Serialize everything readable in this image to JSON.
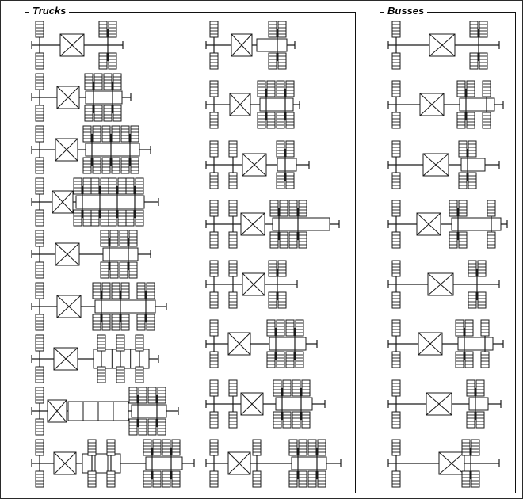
{
  "figure": {
    "background": "#ffffff",
    "line_color": "#1a1a1a"
  },
  "panels": [
    {
      "title": "Trucks",
      "columns": [
        [
          {
            "len": 115,
            "axles": [
              [
                10,
                "s"
              ],
              [
                96,
                "d"
              ]
            ],
            "cab": [
              36,
              66
            ],
            "boxes": [],
            "decks": []
          },
          {
            "len": 125,
            "axles": [
              [
                10,
                "s"
              ],
              [
                78,
                "d"
              ],
              [
                102,
                "d"
              ]
            ],
            "cab": [
              32,
              60
            ],
            "boxes": [
              [
                68,
                114
              ]
            ],
            "decks": []
          },
          {
            "len": 150,
            "axles": [
              [
                10,
                "s"
              ],
              [
                76,
                "d"
              ],
              [
                100,
                "d"
              ],
              [
                124,
                "d"
              ]
            ],
            "cab": [
              30,
              58
            ],
            "boxes": [
              [
                68,
                136
              ]
            ],
            "decks": []
          },
          {
            "len": 160,
            "axles": [
              [
                10,
                "s"
              ],
              [
                64,
                "d"
              ],
              [
                86,
                "d"
              ],
              [
                108,
                "d"
              ],
              [
                130,
                "d"
              ]
            ],
            "cab": [
              26,
              52
            ],
            "boxes": [
              [
                56,
                142
              ]
            ],
            "decks": []
          },
          {
            "len": 150,
            "axles": [
              [
                10,
                "s"
              ],
              [
                98,
                "d"
              ],
              [
                122,
                "d"
              ]
            ],
            "cab": [
              30,
              60
            ],
            "boxes": [
              [
                90,
                134
              ]
            ],
            "decks": []
          },
          {
            "len": 170,
            "axles": [
              [
                10,
                "s"
              ],
              [
                88,
                "d"
              ],
              [
                112,
                "d"
              ],
              [
                144,
                "d"
              ]
            ],
            "cab": [
              32,
              62
            ],
            "boxes": [
              [
                80,
                156
              ]
            ],
            "decks": []
          },
          {
            "len": 160,
            "axles": [
              [
                10,
                "s"
              ],
              [
                88,
                "s"
              ],
              [
                112,
                "s"
              ],
              [
                136,
                "s"
              ]
            ],
            "cab": [
              28,
              58
            ],
            "boxes": [],
            "decks": [
              [
                78,
                148,
                2
              ]
            ]
          },
          {
            "len": 185,
            "axles": [
              [
                10,
                "s"
              ],
              [
                134,
                "d"
              ],
              [
                158,
                "d"
              ]
            ],
            "cab": [
              20,
              44
            ],
            "boxes": [
              [
                126,
                170
              ]
            ],
            "decks": [
              [
                46,
                122,
                3
              ]
            ]
          },
          {
            "len": 205,
            "axles": [
              [
                10,
                "s"
              ],
              [
                76,
                "s"
              ],
              [
                100,
                "s"
              ],
              [
                152,
                "d"
              ],
              [
                176,
                "d"
              ]
            ],
            "cab": [
              28,
              56
            ],
            "boxes": [
              [
                144,
                190
              ]
            ],
            "decks": [
              [
                64,
                112,
                2
              ]
            ]
          }
        ],
        [
          {
            "len": 112,
            "axles": [
              [
                10,
                "s"
              ],
              [
                90,
                "d"
              ]
            ],
            "cab": [
              32,
              58
            ],
            "boxes": [
              [
                64,
                102
              ]
            ],
            "decks": []
          },
          {
            "len": 118,
            "axles": [
              [
                10,
                "s"
              ],
              [
                76,
                "d"
              ],
              [
                100,
                "d"
              ]
            ],
            "cab": [
              30,
              56
            ],
            "boxes": [
              [
                68,
                110
              ]
            ],
            "decks": []
          },
          {
            "len": 130,
            "axles": [
              [
                10,
                "s"
              ],
              [
                34,
                "s"
              ],
              [
                100,
                "d"
              ]
            ],
            "cab": [
              46,
              76
            ],
            "boxes": [
              [
                90,
                114
              ]
            ],
            "decks": []
          },
          {
            "len": 168,
            "axles": [
              [
                10,
                "s"
              ],
              [
                34,
                "s"
              ],
              [
                92,
                "d"
              ],
              [
                116,
                "d"
              ]
            ],
            "cab": [
              44,
              74
            ],
            "boxes": [
              [
                84,
                156
              ]
            ],
            "decks": []
          },
          {
            "len": 115,
            "axles": [
              [
                10,
                "s"
              ],
              [
                34,
                "s"
              ],
              [
                90,
                "d"
              ]
            ],
            "cab": [
              46,
              74
            ],
            "boxes": [],
            "decks": []
          },
          {
            "len": 140,
            "axles": [
              [
                10,
                "s"
              ],
              [
                88,
                "d"
              ],
              [
                112,
                "d"
              ]
            ],
            "cab": [
              28,
              56
            ],
            "boxes": [
              [
                80,
                126
              ]
            ],
            "decks": []
          },
          {
            "len": 150,
            "axles": [
              [
                10,
                "s"
              ],
              [
                34,
                "s"
              ],
              [
                96,
                "d"
              ],
              [
                120,
                "d"
              ]
            ],
            "cab": [
              44,
              72
            ],
            "boxes": [
              [
                88,
                134
              ]
            ],
            "decks": []
          },
          {
            "len": 170,
            "axles": [
              [
                10,
                "s"
              ],
              [
                64,
                "s"
              ],
              [
                116,
                "d"
              ],
              [
                140,
                "d"
              ]
            ],
            "cab": [
              28,
              56
            ],
            "boxes": [
              [
                108,
                152
              ]
            ],
            "decks": []
          }
        ]
      ]
    },
    {
      "title": "Busses",
      "columns": [
        [
          {
            "len": 140,
            "axles": [
              [
                10,
                "s"
              ],
              [
                114,
                "d"
              ]
            ],
            "cab": [
              52,
              84
            ],
            "boxes": [],
            "decks": []
          },
          {
            "len": 145,
            "axles": [
              [
                10,
                "s"
              ],
              [
                98,
                "d"
              ],
              [
                124,
                "s"
              ]
            ],
            "cab": [
              40,
              70
            ],
            "boxes": [
              [
                90,
                134
              ]
            ],
            "decks": []
          },
          {
            "len": 140,
            "axles": [
              [
                10,
                "s"
              ],
              [
                100,
                "d"
              ]
            ],
            "cab": [
              44,
              76
            ],
            "boxes": [
              [
                92,
                122
              ]
            ],
            "decks": []
          },
          {
            "len": 150,
            "axles": [
              [
                10,
                "s"
              ],
              [
                88,
                "d"
              ],
              [
                130,
                "s"
              ]
            ],
            "cab": [
              36,
              66
            ],
            "boxes": [
              [
                80,
                142
              ]
            ],
            "decks": []
          },
          {
            "len": 140,
            "axles": [
              [
                10,
                "s"
              ],
              [
                112,
                "d"
              ]
            ],
            "cab": [
              50,
              82
            ],
            "boxes": [],
            "decks": []
          },
          {
            "len": 145,
            "axles": [
              [
                10,
                "s"
              ],
              [
                96,
                "d"
              ],
              [
                122,
                "s"
              ]
            ],
            "cab": [
              38,
              68
            ],
            "boxes": [
              [
                88,
                132
              ]
            ],
            "decks": []
          },
          {
            "len": 142,
            "axles": [
              [
                10,
                "s"
              ],
              [
                110,
                "d"
              ]
            ],
            "cab": [
              48,
              80
            ],
            "boxes": [
              [
                102,
                126
              ]
            ],
            "decks": []
          },
          {
            "len": 140,
            "axles": [
              [
                10,
                "s"
              ],
              [
                104,
                "d"
              ]
            ],
            "cab": [
              64,
              96
            ],
            "boxes": [],
            "decks": []
          }
        ]
      ]
    }
  ]
}
